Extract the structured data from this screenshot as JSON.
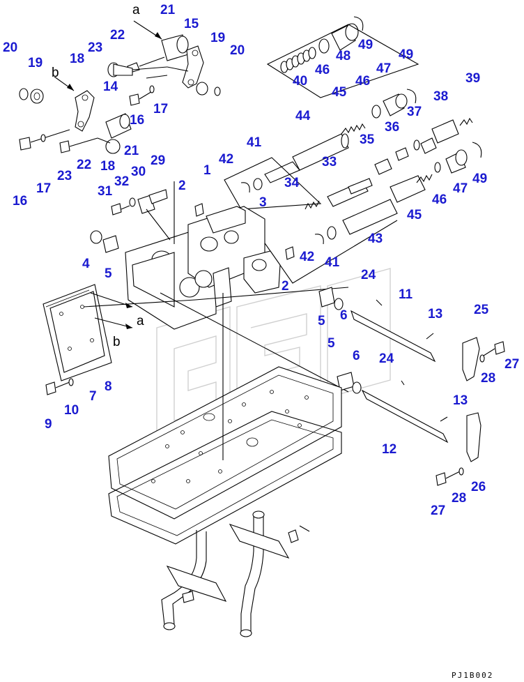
{
  "diagram": {
    "drawing_code": "PJ1B002",
    "colors": {
      "callout": "#1a1ad0",
      "line": "#000000",
      "watermark": "#cfcfcf"
    },
    "callouts": [
      "20",
      "19",
      "b",
      "14",
      "18",
      "23",
      "22",
      "21",
      "a",
      "15",
      "19",
      "20",
      "17",
      "16",
      "21",
      "18",
      "16",
      "17",
      "23",
      "22",
      "40",
      "46",
      "48",
      "49",
      "47",
      "49",
      "45",
      "46",
      "39",
      "38",
      "37",
      "36",
      "44",
      "35",
      "33",
      "34",
      "42",
      "41",
      "29",
      "30",
      "32",
      "31",
      "2",
      "1",
      "3",
      "47",
      "49",
      "46",
      "45",
      "43",
      "42",
      "41",
      "4",
      "5",
      "2",
      "24",
      "11",
      "25",
      "13",
      "a",
      "b",
      "5",
      "6",
      "5",
      "6",
      "24",
      "13",
      "27",
      "28",
      "8",
      "7",
      "9",
      "10",
      "12",
      "26",
      "28",
      "27"
    ]
  }
}
